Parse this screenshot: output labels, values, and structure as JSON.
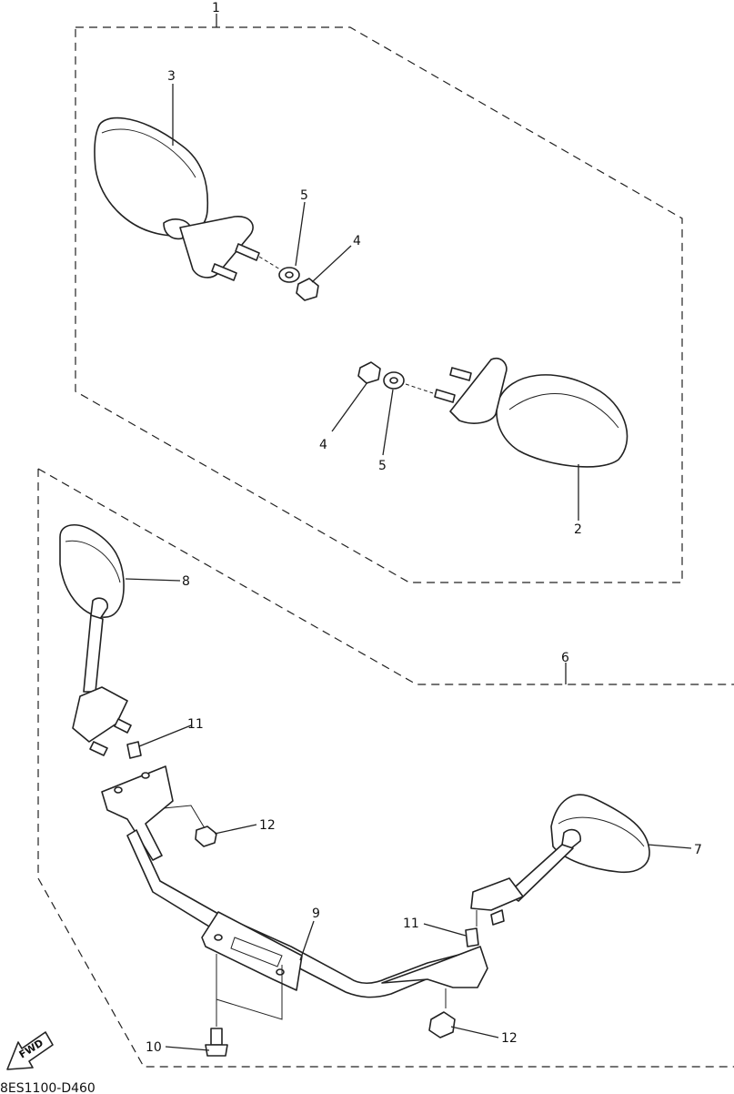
{
  "diagram": {
    "callouts": [
      {
        "id": "c1",
        "label": "1"
      },
      {
        "id": "c2",
        "label": "2"
      },
      {
        "id": "c3",
        "label": "3"
      },
      {
        "id": "c4a",
        "label": "4"
      },
      {
        "id": "c4b",
        "label": "4"
      },
      {
        "id": "c5a",
        "label": "5"
      },
      {
        "id": "c5b",
        "label": "5"
      },
      {
        "id": "c6",
        "label": "6"
      },
      {
        "id": "c7",
        "label": "7"
      },
      {
        "id": "c8",
        "label": "8"
      },
      {
        "id": "c9",
        "label": "9"
      },
      {
        "id": "c10",
        "label": "10"
      },
      {
        "id": "c11a",
        "label": "11"
      },
      {
        "id": "c11b",
        "label": "11"
      },
      {
        "id": "c12a",
        "label": "12"
      },
      {
        "id": "c12b",
        "label": "12"
      }
    ],
    "fwd_label": "FWD",
    "drawing_code": "8ES1100-D460"
  }
}
